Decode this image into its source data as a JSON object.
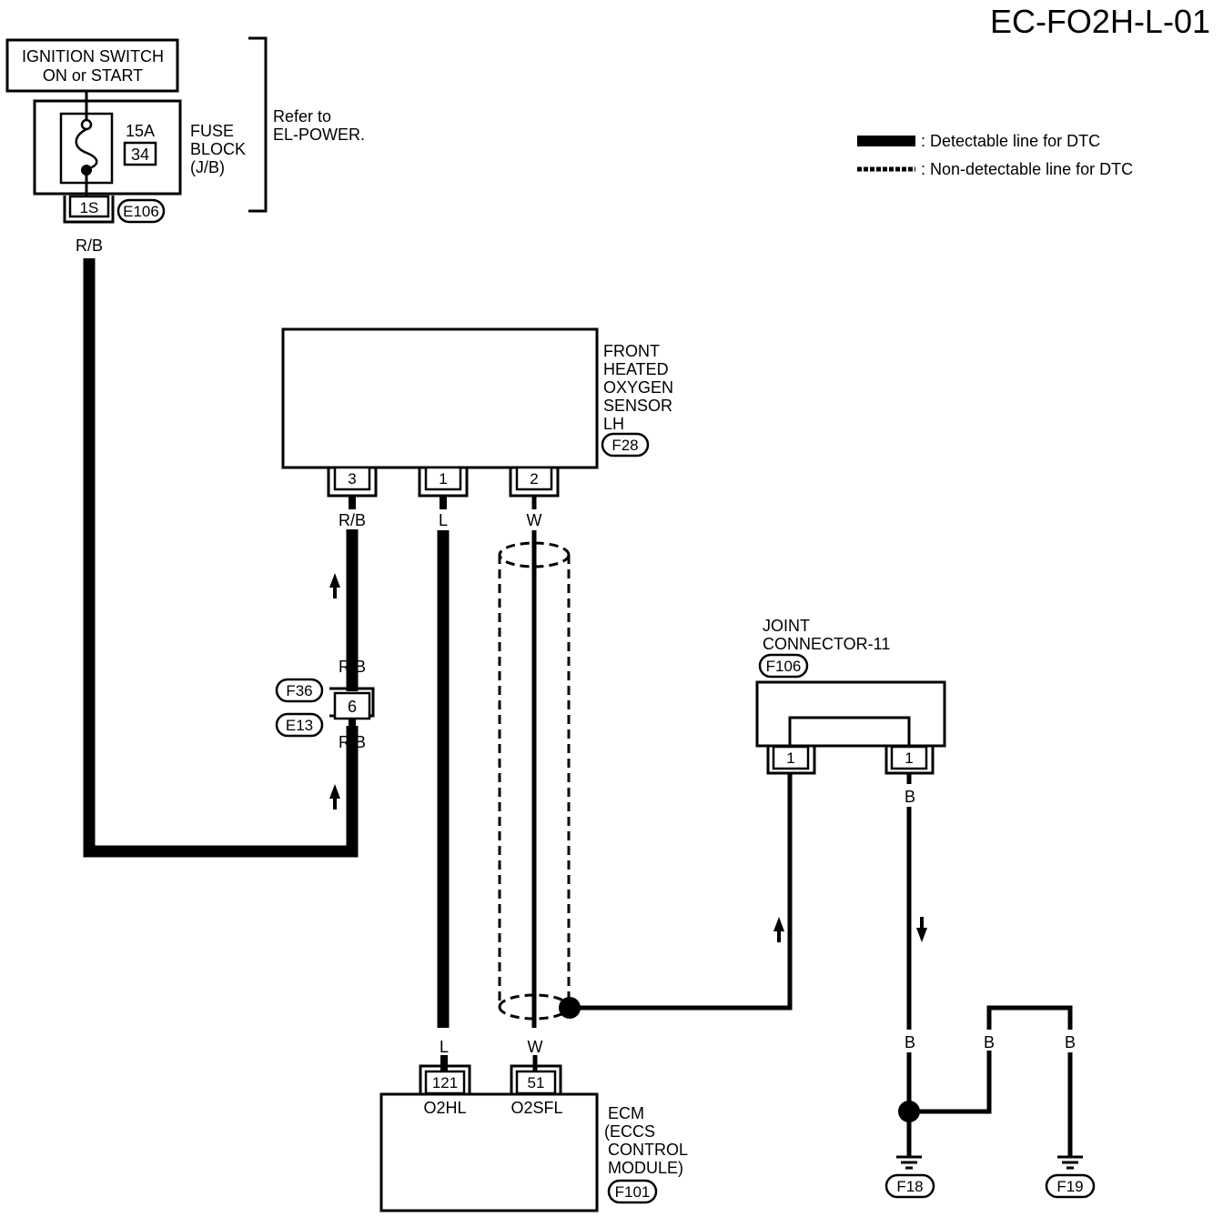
{
  "title": "EC-FO2H-L-01",
  "legend": {
    "detectable": ": Detectable line for DTC",
    "non_detectable": ": Non-detectable line for DTC"
  },
  "ignition": {
    "line1": "IGNITION SWITCH",
    "line2": "ON or START"
  },
  "fuse_block": {
    "amp": "15A",
    "number": "34",
    "label1": "FUSE",
    "label2": "BLOCK",
    "label3": "(J/B)",
    "terminal": "1S",
    "connector": "E106"
  },
  "refer": {
    "line1": "Refer to",
    "line2": "EL-POWER."
  },
  "wires": {
    "rb_top": "R/B",
    "rb_sensor": "R/B",
    "rb_f36": "R/B",
    "rb_e13": "R/B",
    "l_sensor": "L",
    "w_sensor": "W",
    "l_ecm": "L",
    "w_ecm": "W",
    "b_joint": "B",
    "b_ground1": "B",
    "b_ground2": "B",
    "b_ground3": "B"
  },
  "sensor": {
    "line1": "FRONT",
    "line2": "HEATED",
    "line3": "OXYGEN",
    "line4": "SENSOR",
    "line5": "LH",
    "connector": "F28",
    "pin_a": "3",
    "pin_b": "1",
    "pin_c": "2"
  },
  "inline_connector": {
    "pin": "6",
    "upper": "F36",
    "lower": "E13"
  },
  "joint": {
    "line1": "JOINT",
    "line2": "CONNECTOR-11",
    "connector": "F106",
    "pin_left": "1",
    "pin_right": "1"
  },
  "ecm": {
    "line1": "ECM",
    "line2": "(ECCS",
    "line3": "CONTROL",
    "line4": "MODULE)",
    "connector": "F101",
    "pin_a": "121",
    "pin_a_name": "O2HL",
    "pin_b": "51",
    "pin_b_name": "O2SFL"
  },
  "grounds": {
    "g1": "F18",
    "g2": "F19"
  }
}
